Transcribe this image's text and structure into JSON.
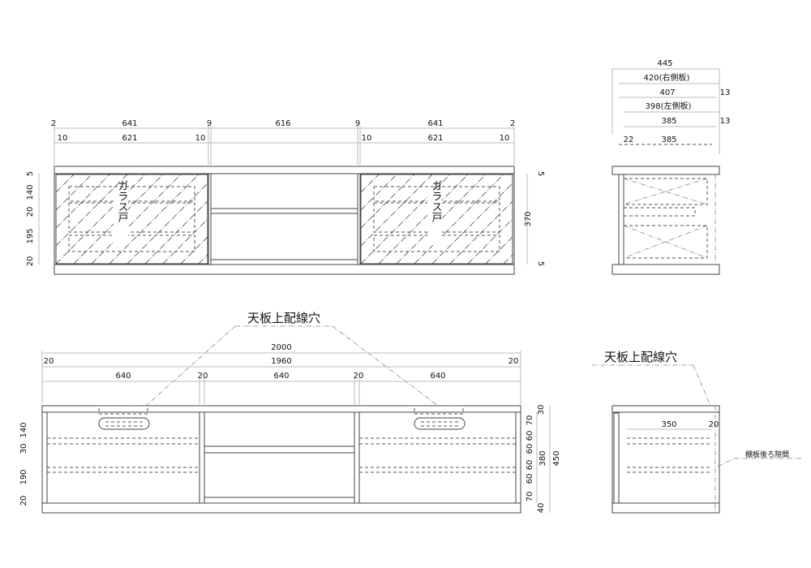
{
  "front_view_top": {
    "dims_row1": [
      "2",
      "641",
      "9",
      "616",
      "9",
      "641",
      "2"
    ],
    "dims_row2": [
      "10",
      "621",
      "10",
      "10",
      "621",
      "10"
    ],
    "left_dims": [
      "5",
      "140",
      "20",
      "195",
      "20"
    ],
    "right_dims": [
      "5",
      "370",
      "5"
    ],
    "glass_door_label": "ガラス戸"
  },
  "side_view_top": {
    "dims": [
      "445",
      "420(右側板)",
      "407",
      "398(左側板)",
      "385",
      "22",
      "385"
    ],
    "right_dims": [
      "13",
      "13"
    ]
  },
  "front_view_bottom": {
    "callout": "天板上配線穴",
    "dims_row1": [
      "2000"
    ],
    "dims_row2": [
      "20",
      "1960",
      "20"
    ],
    "dims_row3": [
      "640",
      "20",
      "640",
      "20",
      "640"
    ],
    "left_dims": [
      "140",
      "30",
      "190",
      "20"
    ],
    "right_dims": [
      "30",
      "70",
      "60",
      "60",
      "60",
      "60",
      "70",
      "40"
    ],
    "height_dims": [
      "380",
      "450"
    ]
  },
  "side_view_bottom": {
    "callout": "天板上配線穴",
    "dims": [
      "350",
      "20"
    ],
    "gap_label": "棚板後ろ隙間"
  }
}
